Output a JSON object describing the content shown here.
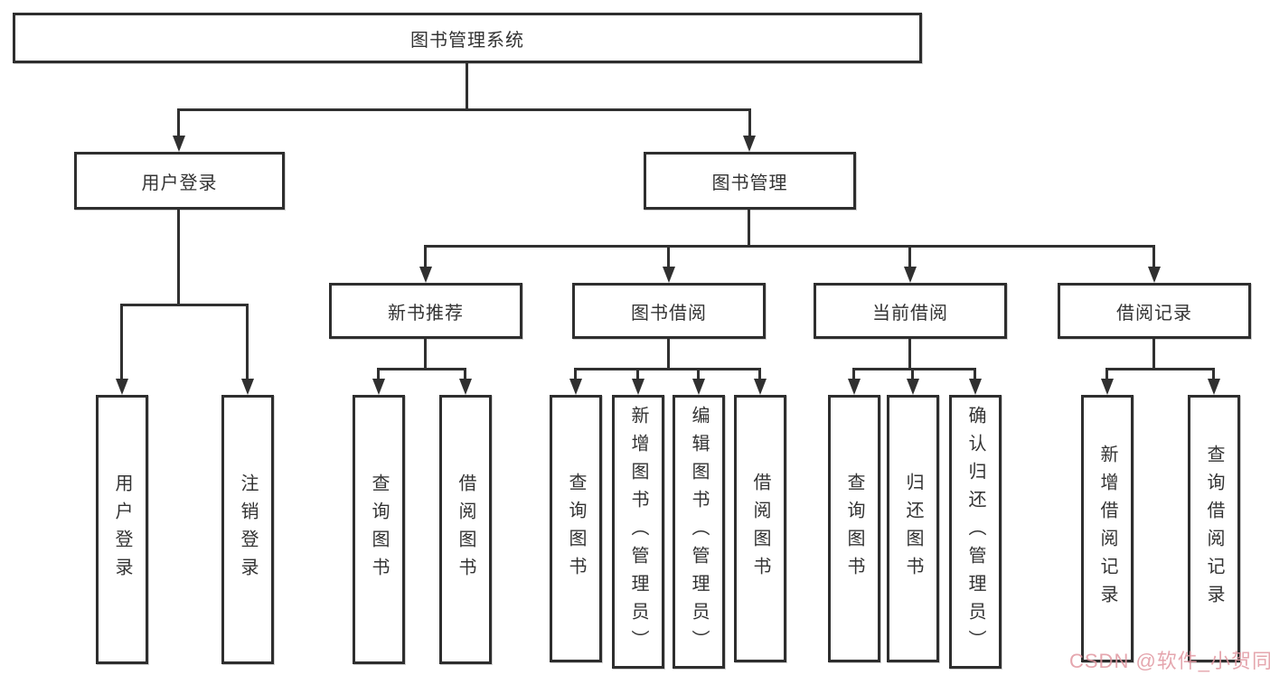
{
  "diagram": {
    "root": {
      "label": "图书管理系统"
    },
    "level2": [
      {
        "label": "用户登录"
      },
      {
        "label": "图书管理"
      }
    ],
    "level3": [
      {
        "label": "新书推荐"
      },
      {
        "label": "图书借阅"
      },
      {
        "label": "当前借阅"
      },
      {
        "label": "借阅记录"
      }
    ],
    "leaves": {
      "login": [
        "用户登录",
        "注销登录"
      ],
      "newbook": [
        "查询图书",
        "借阅图书"
      ],
      "borrow": [
        "查询图书",
        "新增图书（管理员）",
        "编辑图书（管理员）",
        "借阅图书"
      ],
      "current": [
        "查询图书",
        "归还图书",
        "确认归还（管理员）"
      ],
      "records": [
        "新增借阅记录",
        "查询借阅记录"
      ]
    },
    "colors": {
      "line": "#303030",
      "border": "#2e2e2e",
      "text": "#333333",
      "watermark": "#e196a0"
    }
  },
  "watermark": {
    "text": "CSDN @软件_小贺同学"
  }
}
